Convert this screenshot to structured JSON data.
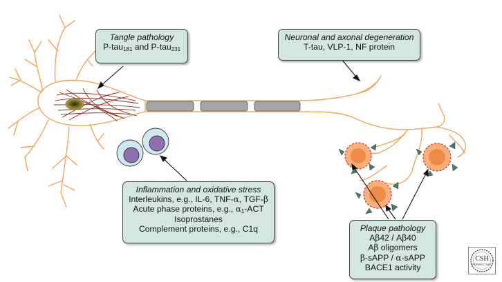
{
  "colors": {
    "neuron_outline": "#e8a85c",
    "box_fill": "#d3e6e1",
    "tangle": "#8b2e1a",
    "myelin": "#a5a5a5",
    "cell": "#cfe7ee",
    "cell_nucleus": "#8e70b0",
    "plaque_core": "#f08a48",
    "plaque_red": "#d82a2a",
    "plaque_green": "#4a7a62"
  },
  "boxes": {
    "tangle": {
      "title": "Tangle pathology",
      "line1": {
        "p1": "P-tau",
        "s1": "181",
        "mid": " and P-tau",
        "s2": "231"
      }
    },
    "neuronal": {
      "title": "Neuronal and axonal degeneration",
      "line1": "T-tau, VLP-1, NF protein"
    },
    "inflammation": {
      "title": "Inflammation and oxidative stress",
      "line1": {
        "pre": "Interleukins, e.g., IL-6, TNF-",
        "alpha": "α",
        "post": ", TGF-",
        "beta": "β"
      },
      "line2": {
        "pre": "Acute phase proteins, e.g., ",
        "alpha": "α",
        "sub": "1",
        "post": "-ACT"
      },
      "line3": "Isoprostanes",
      "line4": "Complement proteins, e.g., C1q"
    },
    "plaque": {
      "title": "Plaque pathology",
      "line1": {
        "a": "A",
        "b1": "β",
        "m": "42 / A",
        "b2": "β",
        "e": "40"
      },
      "line2": {
        "a": "A",
        "b": "β",
        "e": " oligomers"
      },
      "line3": {
        "b": "β",
        "m": "-sAPP / ",
        "al": "α",
        "e": "-sAPP"
      },
      "line4": "BACE1 activity"
    }
  },
  "logo": {
    "text": "CSH",
    "subtext": "PERSPECTIVES",
    "icon": "csh-perspectives-logo-icon"
  }
}
